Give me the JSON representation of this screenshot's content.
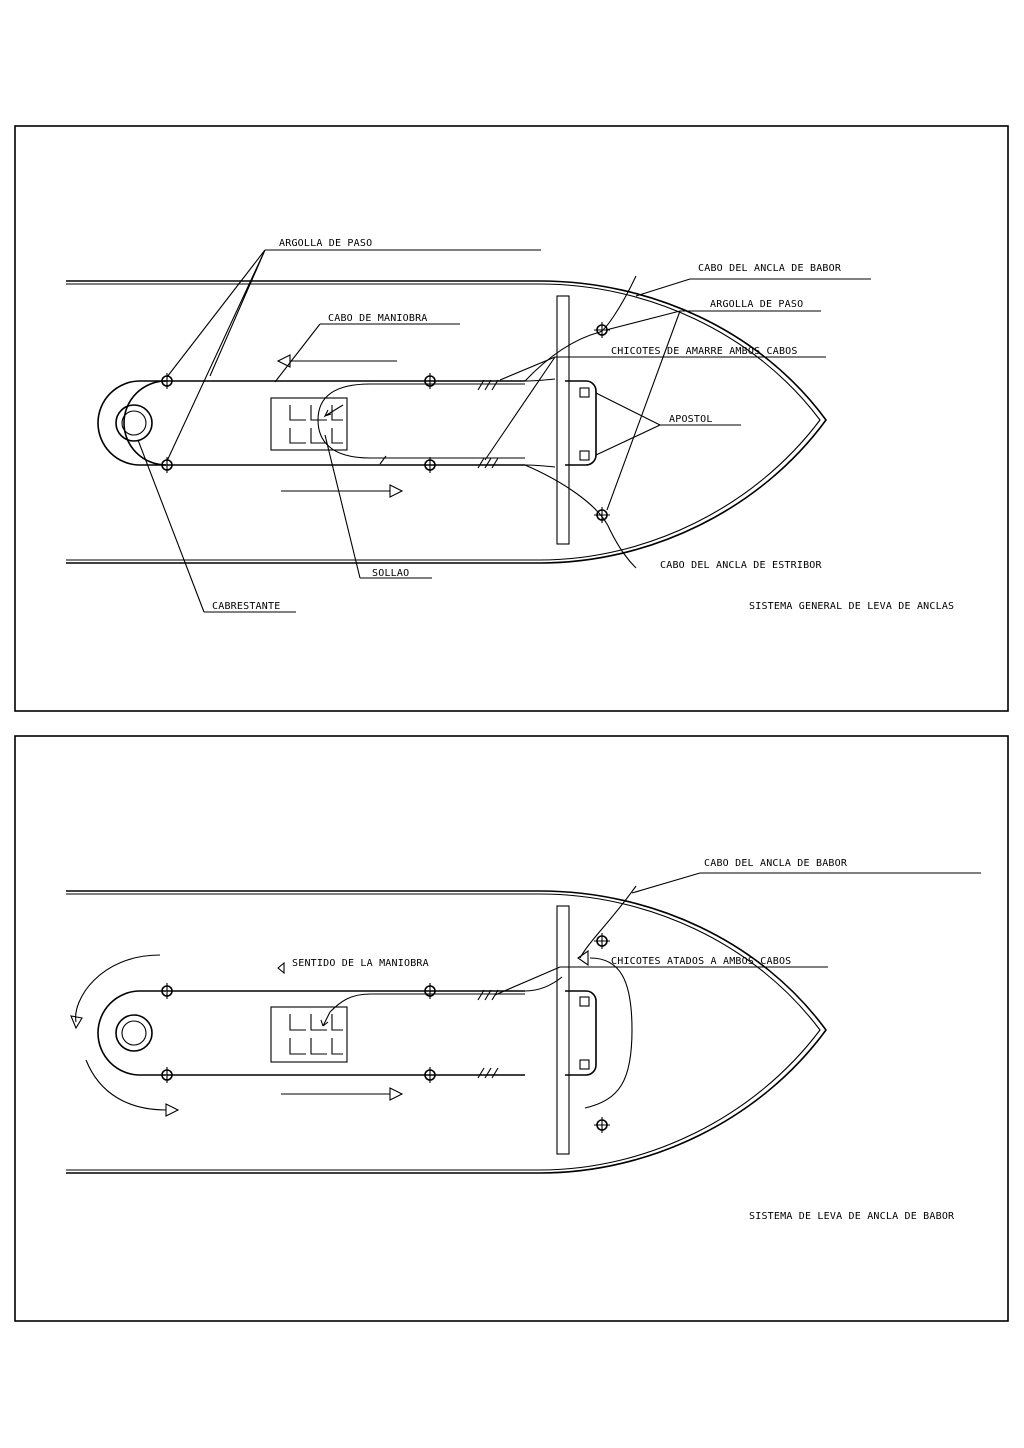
{
  "diagram_top": {
    "title": "SISTEMA GENERAL DE LEVA DE ANCLAS",
    "labels": {
      "argolla_de_paso_left": "ARGOLLA DE PASO",
      "cabo_de_maniobra": "CABO DE MANIOBRA",
      "cabo_ancla_babor": "CABO DEL ANCLA DE BABOR",
      "argolla_de_paso_right": "ARGOLLA DE PASO",
      "chicotes_amarre": "CHICOTES DE AMARRE AMBOS CABOS",
      "apostol": "APOSTOL",
      "cabo_ancla_estribor": "CABO DEL ANCLA DE ESTRIBOR",
      "sollao": "SOLLAO",
      "cabrestante": "CABRESTANTE"
    }
  },
  "diagram_bottom": {
    "title": "SISTEMA DE LEVA DE ANCLA DE BABOR",
    "labels": {
      "cabo_ancla_babor": "CABO DEL ANCLA DE BABOR",
      "sentido_maniobra": "SENTIDO DE LA MANIOBRA",
      "chicotes_atados": "CHICOTES ATADOS A AMBOS CABOS"
    }
  }
}
